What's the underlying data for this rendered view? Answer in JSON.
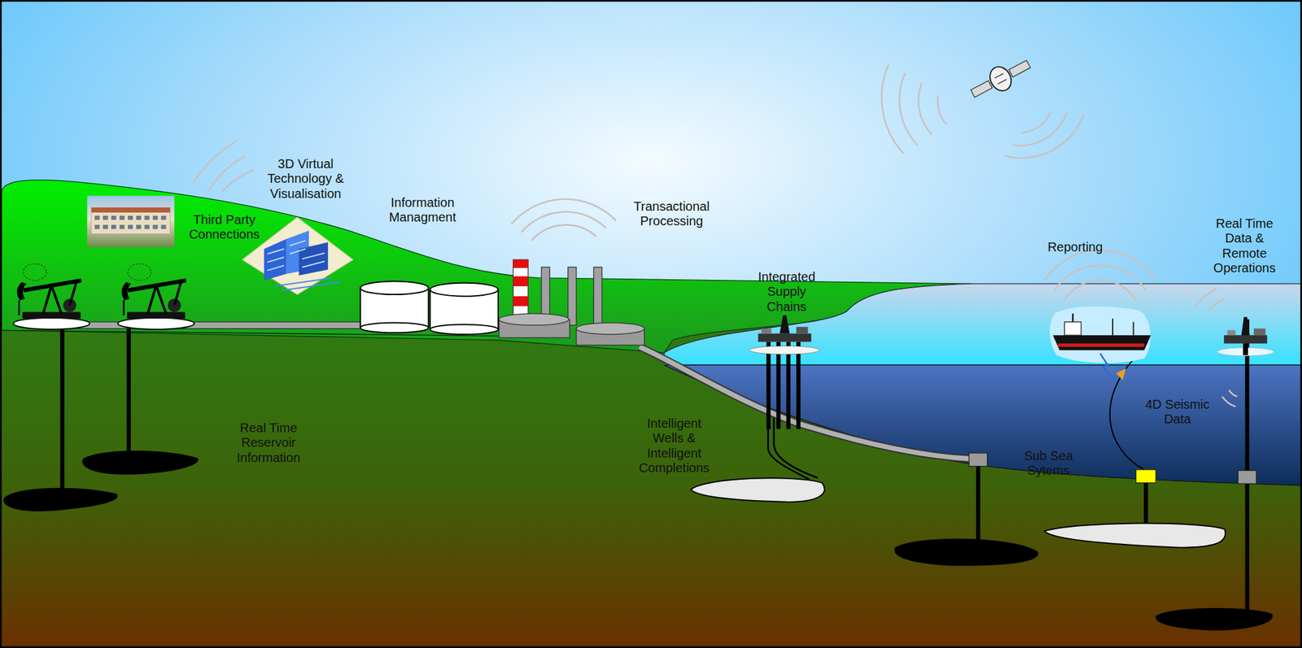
{
  "diagram": {
    "labels": [
      "3D Virtual Technology & Visualisation",
      "Third Party Connections",
      "Information Managment",
      "Transactional Processing",
      "Reporting",
      "Real Time Data & Remote Operations",
      "Integrated Supply Chains",
      "Real Time Reservoir Information",
      "Intelligent Wells & Intelligent Completions",
      "4D Seismic Data",
      "Sub Sea Sytems"
    ]
  }
}
